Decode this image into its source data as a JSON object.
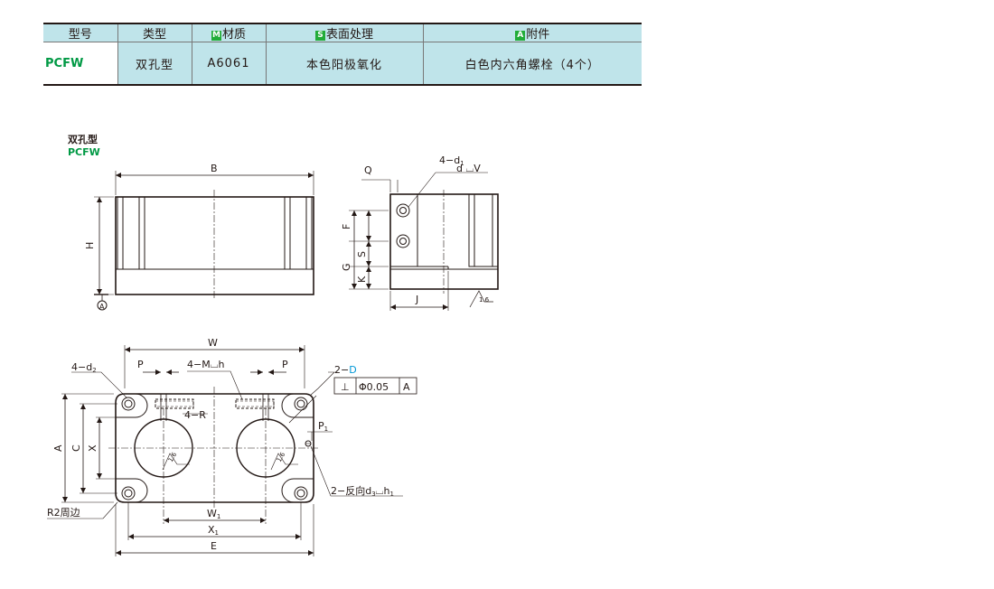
{
  "table": {
    "headers": [
      {
        "badge": "",
        "label": "型号"
      },
      {
        "badge": "",
        "label": "类型"
      },
      {
        "badge": "M",
        "label": "材质"
      },
      {
        "badge": "S",
        "label": "表面处理"
      },
      {
        "badge": "A",
        "label": "附件"
      }
    ],
    "row": {
      "model": "PCFW",
      "type": "双孔型",
      "material": "A6061",
      "surface": "本色阳极氧化",
      "accessory": "白色内六角螺栓（4个）"
    }
  },
  "drawing": {
    "type_label": "双孔型",
    "model_label": "PCFW",
    "dims": {
      "B": "B",
      "H": "H",
      "datum_A": "A",
      "Q": "Q",
      "d1": "4−d",
      "d1_sub": "1",
      "d_depth": "d",
      "F": "F",
      "S": "S",
      "G": "G",
      "K": "K",
      "J": "J",
      "roughness_side": "1.6",
      "W": "W",
      "d2": "4−d",
      "d2_sub": "2",
      "P_left": "P",
      "M": "4−M",
      "M_depth": "h",
      "P_right": "P",
      "D": "2−",
      "D_letter": "D",
      "tol_symbol": "⊥",
      "tol_value": "Φ0.05",
      "tol_datum": "A",
      "R": "4−R",
      "P1": "P",
      "P1_sub": "1",
      "A": "A",
      "C": "C",
      "X": "X",
      "roughness_hole": "1.6",
      "d3": "2−反向d",
      "d3_sub": "3",
      "d3_depth": "h",
      "d3_depth_sub": "1",
      "W1": "W",
      "W1_sub": "1",
      "X1": "X",
      "X1_sub": "1",
      "E": "E",
      "R2": "R2周边"
    }
  },
  "colors": {
    "header_bg": "#bfe4ea",
    "model_green": "#009944",
    "badge_green": "#22ac38",
    "accent_blue": "#0097d6"
  }
}
